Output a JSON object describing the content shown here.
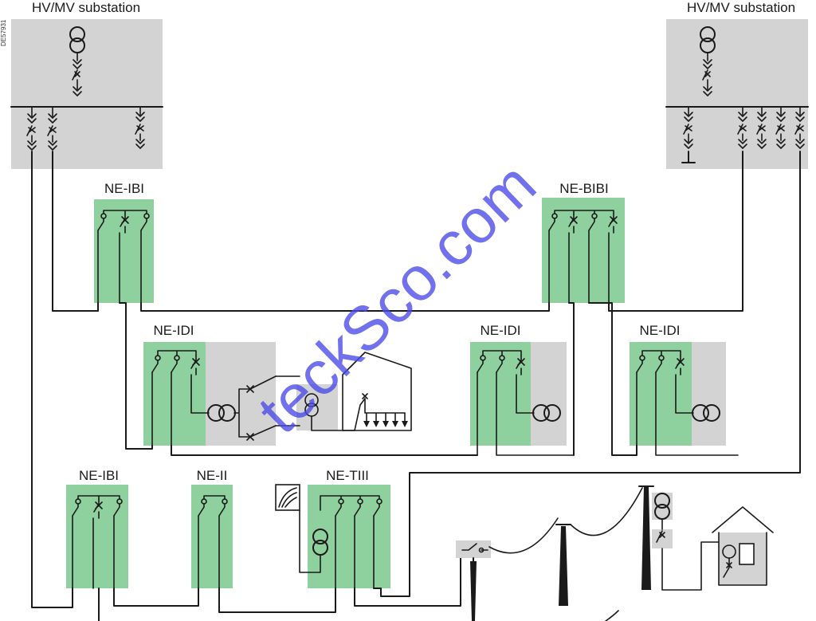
{
  "doc_code": "DE57931",
  "watermark": "teckSco.com",
  "substations": {
    "left_title": "HV/MV substation",
    "right_title": "HV/MV substation"
  },
  "units": {
    "ne_ibi_top": "NE-IBI",
    "ne_bibi": "NE-BIBI",
    "ne_idi_1": "NE-IDI",
    "ne_idi_2": "NE-IDI",
    "ne_idi_3": "NE-IDI",
    "ne_ibi_bottom": "NE-IBI",
    "ne_ii": "NE-II",
    "ne_tiii": "NE-TIII"
  },
  "colors": {
    "substation_fill": "#d3d3d3",
    "switchgear_fill": "#8fd19e",
    "line": "#1a1a1a",
    "watermark": "#4a4ae8"
  }
}
